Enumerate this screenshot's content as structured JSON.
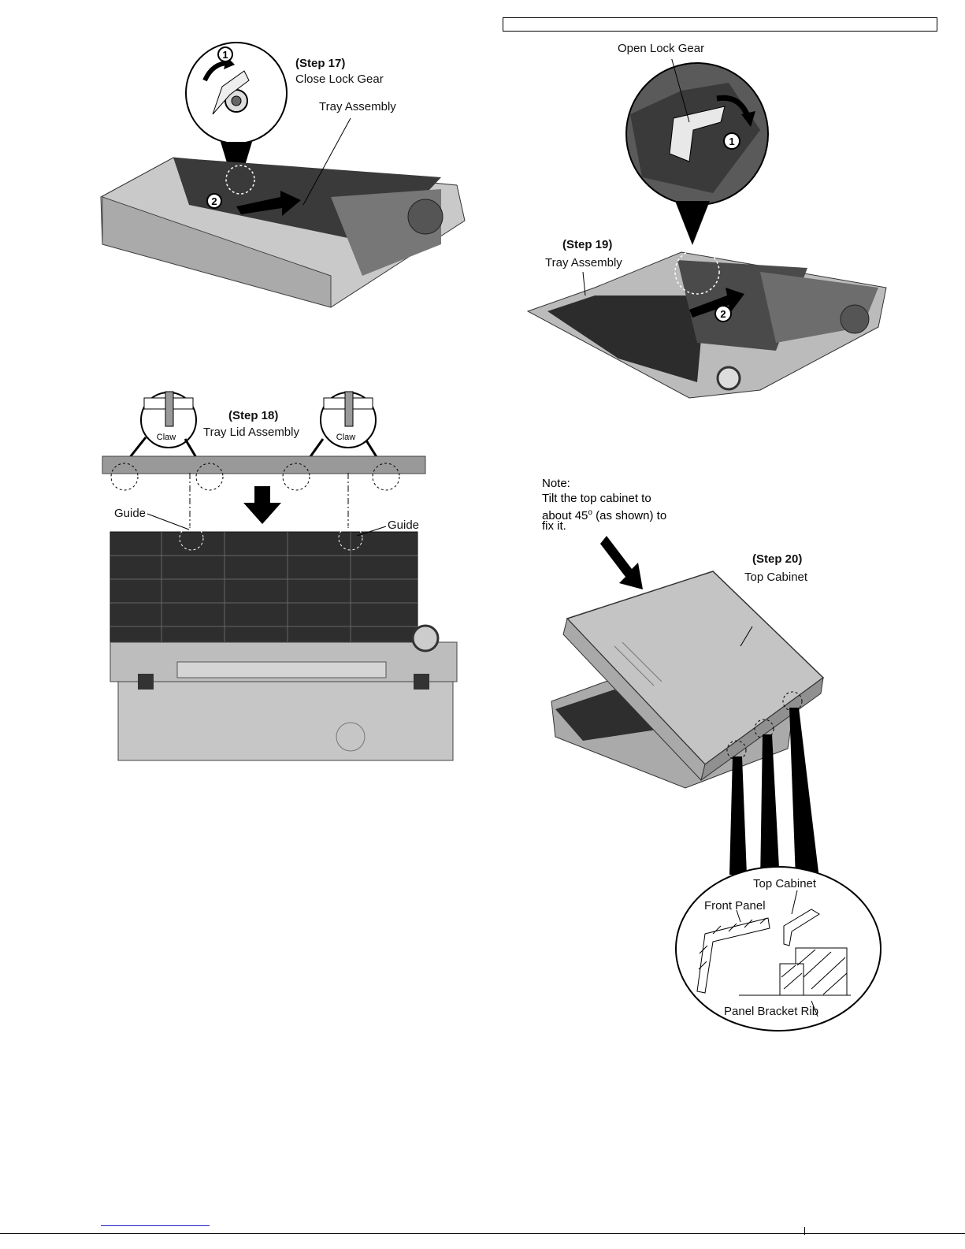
{
  "step17": {
    "step": "(Step 17)",
    "action": "Close Lock Gear",
    "part": "Tray Assembly",
    "marker1": "1",
    "marker2": "2"
  },
  "step18": {
    "step": "(Step 18)",
    "part": "Tray Lid Assembly",
    "claw": "Claw",
    "guide": "Guide"
  },
  "step19": {
    "action": "Open Lock Gear",
    "step": "(Step 19)",
    "part": "Tray Assembly",
    "marker1": "1",
    "marker2": "2"
  },
  "note": {
    "line1": "Note:",
    "line2": "Tilt the top cabinet to",
    "line3a": "about 45",
    "sup": "o",
    "line3b": " (as shown) to",
    "line4": "fix it."
  },
  "step20": {
    "step": "(Step 20)",
    "part": "Top Cabinet",
    "detail_top": "Top Cabinet",
    "detail_front": "Front Panel",
    "detail_rib": "Panel Bracket Rib"
  }
}
